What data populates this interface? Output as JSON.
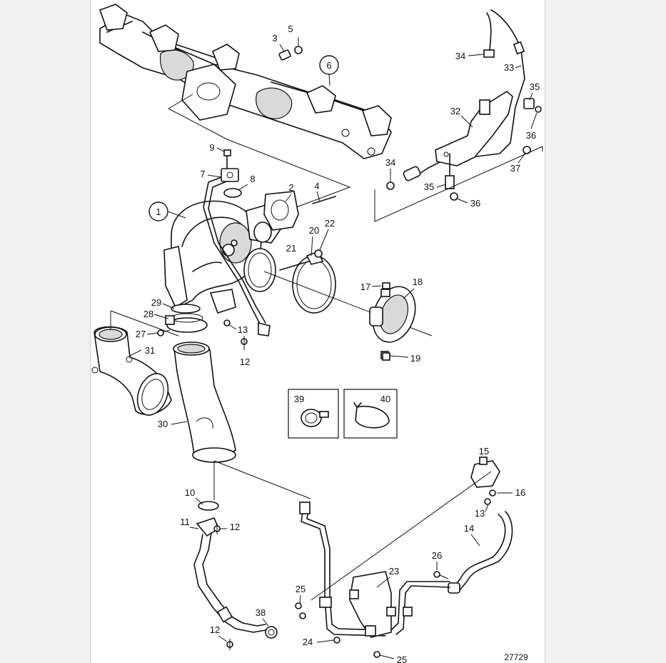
{
  "diagram_id": "27729",
  "callouts": [
    "1",
    "2",
    "3",
    "4",
    "5",
    "6",
    "7",
    "8",
    "9",
    "10",
    "11",
    "12",
    "13",
    "14",
    "15",
    "16",
    "17",
    "18",
    "19",
    "20",
    "21",
    "22",
    "23",
    "24",
    "25",
    "26",
    "27",
    "28",
    "29",
    "30",
    "31",
    "32",
    "33",
    "34",
    "35",
    "36",
    "37",
    "38",
    "39",
    "40"
  ],
  "labels": {
    "c1": "1",
    "c2": "2",
    "c3": "3",
    "c4": "4",
    "c5": "5",
    "c6": "6",
    "c7": "7",
    "c8": "8",
    "c9": "9",
    "c10": "10",
    "c11": "11",
    "c12a": "12",
    "c12b": "12",
    "c12c": "12",
    "c13a": "13",
    "c13b": "13",
    "c14": "14",
    "c15": "15",
    "c16": "16",
    "c17": "17",
    "c18": "18",
    "c19": "19",
    "c20": "20",
    "c21": "21",
    "c22": "22",
    "c23": "23",
    "c24": "24",
    "c25a": "25",
    "c25b": "25",
    "c26": "26",
    "c27": "27",
    "c28": "28",
    "c29": "29",
    "c30": "30",
    "c31": "31",
    "c32": "32",
    "c33": "33",
    "c34a": "34",
    "c34b": "34",
    "c35a": "35",
    "c35b": "35",
    "c36a": "36",
    "c36b": "36",
    "c37": "37",
    "c38": "38",
    "c39": "39",
    "c40": "40"
  },
  "colors": {
    "line": "#111111",
    "paper": "#ffffff",
    "margin": "#f2f2f2"
  }
}
